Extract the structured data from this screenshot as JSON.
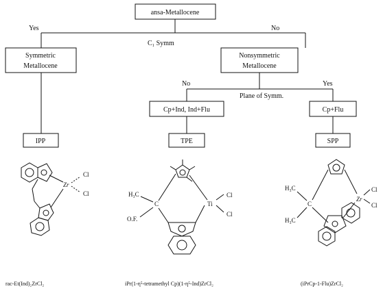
{
  "flowchart": {
    "root": "ansa-Metallocene",
    "split_c1": {
      "label": "C₁ Symm",
      "yes": "Yes",
      "no": "No"
    },
    "symmetric": [
      "Symmetric",
      "Metallocene"
    ],
    "nonsymmetric": [
      "Nonsymmetric",
      "Metallocene"
    ],
    "split_plane": {
      "label": "Plane of Symm.",
      "yes": "Yes",
      "no": "No"
    },
    "cp_ind": "Cp+Ind, Ind+Flu",
    "cp_flu": "Cp+Flu",
    "results": {
      "ipp": "IPP",
      "tpe": "TPE",
      "spp": "SPP"
    }
  },
  "structures": {
    "s1": {
      "metal": "Zr",
      "cl1": "Cl",
      "cl2": "Cl",
      "caption": "rac-Et(Ind)₂ZrCl₂"
    },
    "s2": {
      "metal": "Ti",
      "cl1": "Cl",
      "cl2": "Cl",
      "methyl": "H₃C",
      "carbon": "C",
      "of": "O.F.",
      "caption": "iPr(1-η⁵-tetramethyl Cp)(1-η⁵-Ind)ZrCl₂"
    },
    "s3": {
      "metal": "Zr",
      "cl1": "Cl",
      "cl2": "Cl",
      "methyl1": "H₃C",
      "methyl2": "H₃C",
      "carbon": "C",
      "caption": "(iPrCp-1-Flu)ZrCl₂"
    }
  },
  "colors": {
    "ink": "#111111",
    "background": "#ffffff"
  }
}
